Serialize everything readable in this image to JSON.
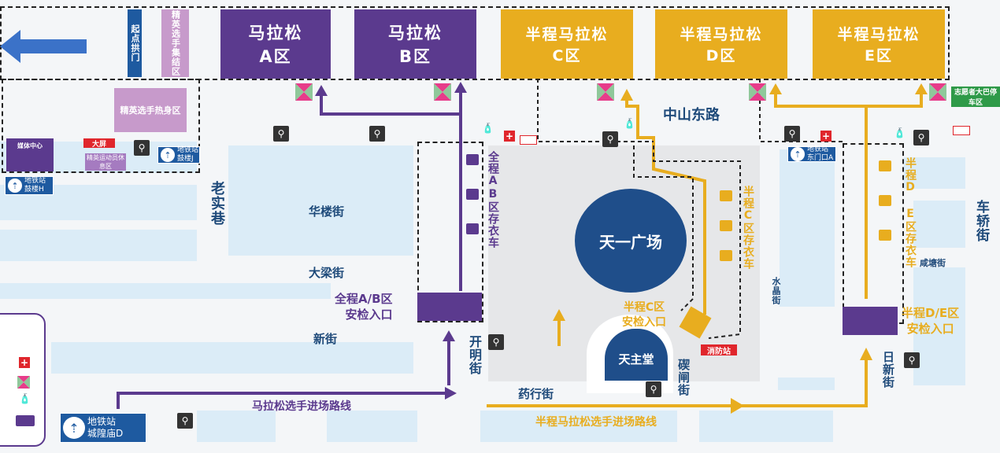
{
  "zones": {
    "start_arch": "起点拱门",
    "elite_gather": "精英选手集结区",
    "marathon_a": {
      "line1": "马拉松",
      "line2": "A区"
    },
    "marathon_b": {
      "line1": "马拉松",
      "line2": "B区"
    },
    "half_c": {
      "line1": "半程马拉松",
      "line2": "C区"
    },
    "half_d": {
      "line1": "半程马拉松",
      "line2": "D区"
    },
    "half_e": {
      "line1": "半程马拉松",
      "line2": "E区"
    },
    "elite_warmup": "精英选手热身区",
    "media_center": "媒体中心",
    "big_screen": "大屏",
    "elite_rest": "精英运动员休息区",
    "volunteer_bus": "志愿者大巴停车区",
    "fire_station": "消防站"
  },
  "streets": {
    "zhongshan": "中山东路",
    "laoshi": "老实巷",
    "hualou": "华楼街",
    "daliang": "大梁街",
    "xinjie": "新街",
    "kaiming": "开明街",
    "yaohang": "药行街",
    "qizha": "碶闸街",
    "shuijing": "水晶街",
    "xiantang": "咸塘街",
    "rixin": "日新街",
    "chejiao": "车轿街"
  },
  "landmarks": {
    "tianyi": "天一广场",
    "church": "天主堂"
  },
  "metro": {
    "h": {
      "title": "地铁站",
      "name": "鼓楼H"
    },
    "j": {
      "title": "地铁站",
      "name": "鼓楼J"
    },
    "a": {
      "title": "地铁站",
      "name": "东门口A"
    },
    "d": {
      "title": "地铁站",
      "name": "城隍庙D"
    }
  },
  "labels": {
    "ab_wardrobe": "全程AB区存衣车",
    "c_wardrobe": "半程C区存衣车",
    "de_wardrobe": "半程D E区存衣车",
    "ab_security": {
      "line1": "全程A/B区",
      "line2": "安检入口"
    },
    "c_security": {
      "line1": "半程C区",
      "line2": "安检入口"
    },
    "de_security": {
      "line1": "半程D/E区",
      "line2": "安检入口"
    },
    "marathon_route": "马拉松选手进场路线",
    "half_route": "半程马拉松选手进场路线"
  },
  "colors": {
    "purple": "#5b3a8e",
    "gold": "#e8ad1f",
    "metro": "#1e5aa0",
    "first_aid": "#e0262c"
  },
  "icons": [
    "toilet-icon",
    "first-aid-icon",
    "checkpoint-flag-icon",
    "water-icon",
    "wardrobe-truck-icon",
    "metro-icon",
    "ambulance-icon"
  ]
}
